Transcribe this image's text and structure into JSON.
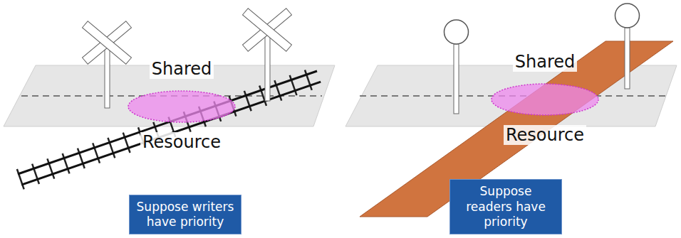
{
  "diagram": {
    "nodes": [
      {
        "text": [
          "Shared Resource"
        ]
      },
      {
        "text": [
          "Shared Resource"
        ]
      },
      {
        "text": [
          "Suppose writers have priority"
        ]
      },
      {
        "text": [
          "Suppose readers have priority"
        ]
      }
    ]
  }
}
